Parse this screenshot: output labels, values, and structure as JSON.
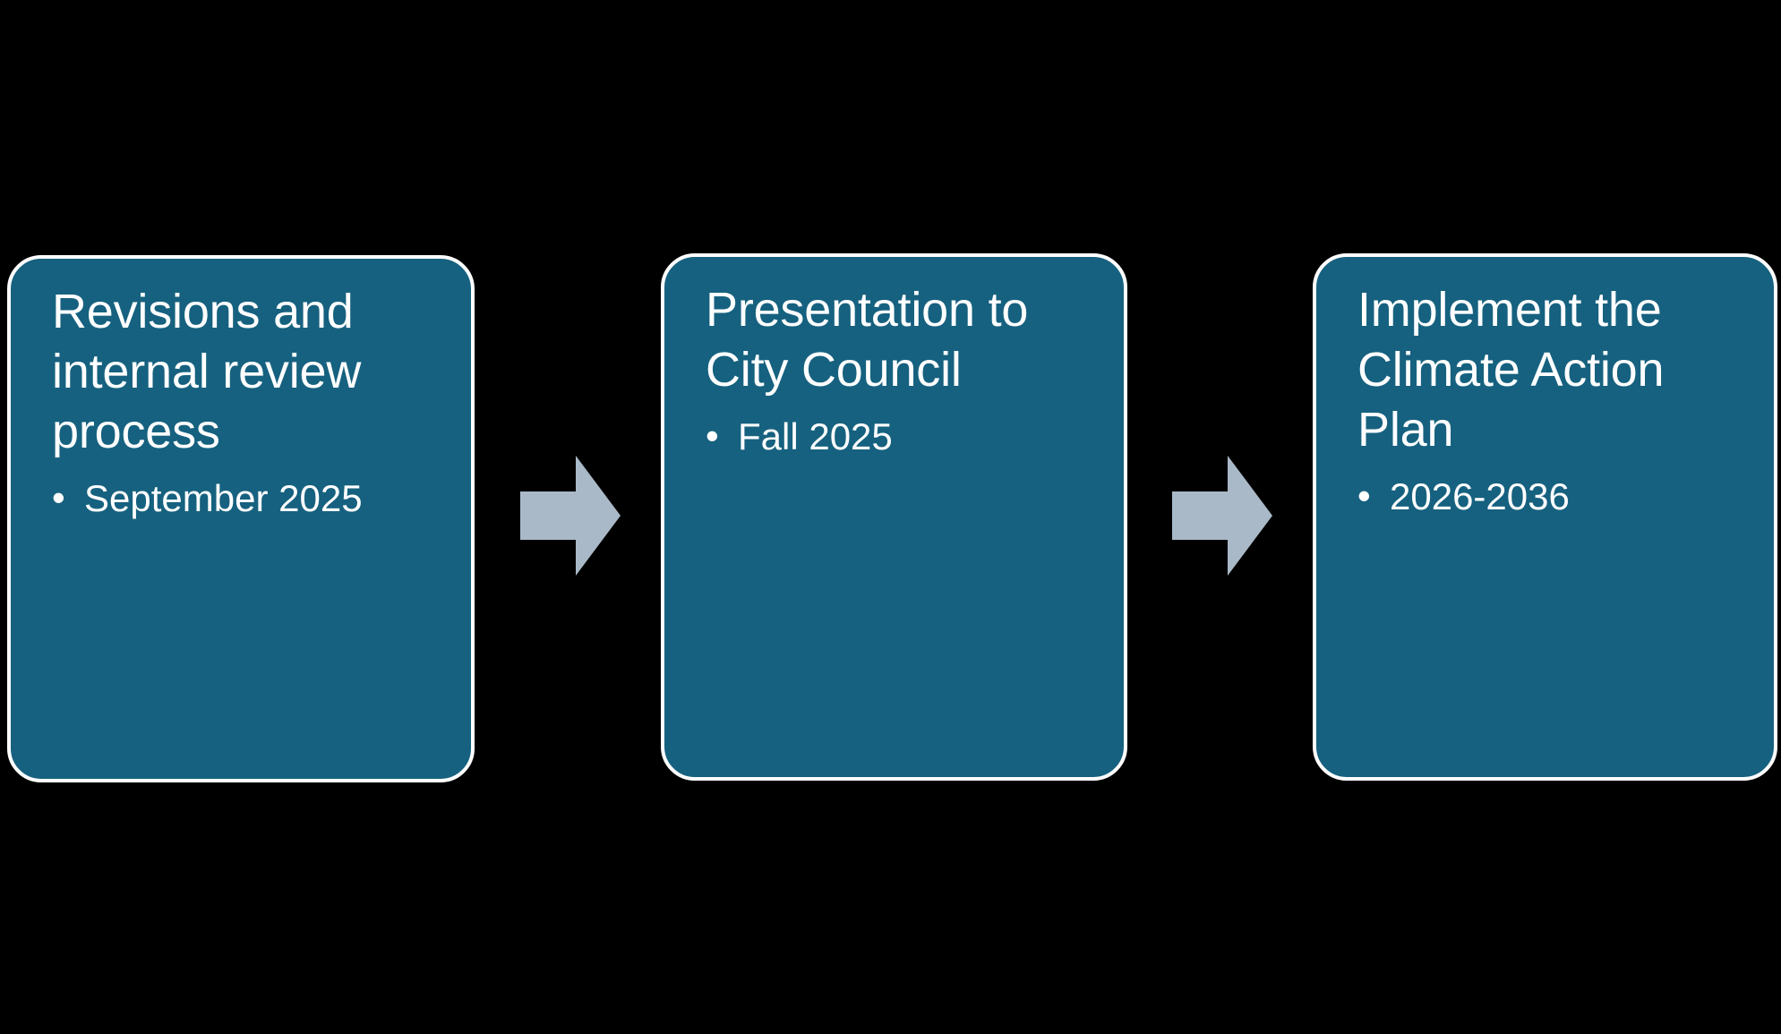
{
  "diagram": {
    "type": "process-flow",
    "background_color": "#000000",
    "box_fill_color": "#16617F",
    "box_border_color": "#FFFFFF",
    "text_color": "#FFFFFF",
    "arrow_color": "#A9B9C8",
    "steps": [
      {
        "id": "step-1",
        "title": "Revisions and internal review process",
        "bullets": [
          "September 2025"
        ]
      },
      {
        "id": "step-2",
        "title": "Presentation to City Council",
        "bullets": [
          "Fall 2025"
        ]
      },
      {
        "id": "step-3",
        "title": "Implement the Climate Action Plan",
        "bullets": [
          "2026-2036"
        ]
      }
    ],
    "connectors": [
      {
        "id": "connector-1",
        "from": "step-1",
        "to": "step-2",
        "direction": "right"
      },
      {
        "id": "connector-2",
        "from": "step-2",
        "to": "step-3",
        "direction": "right"
      }
    ]
  }
}
